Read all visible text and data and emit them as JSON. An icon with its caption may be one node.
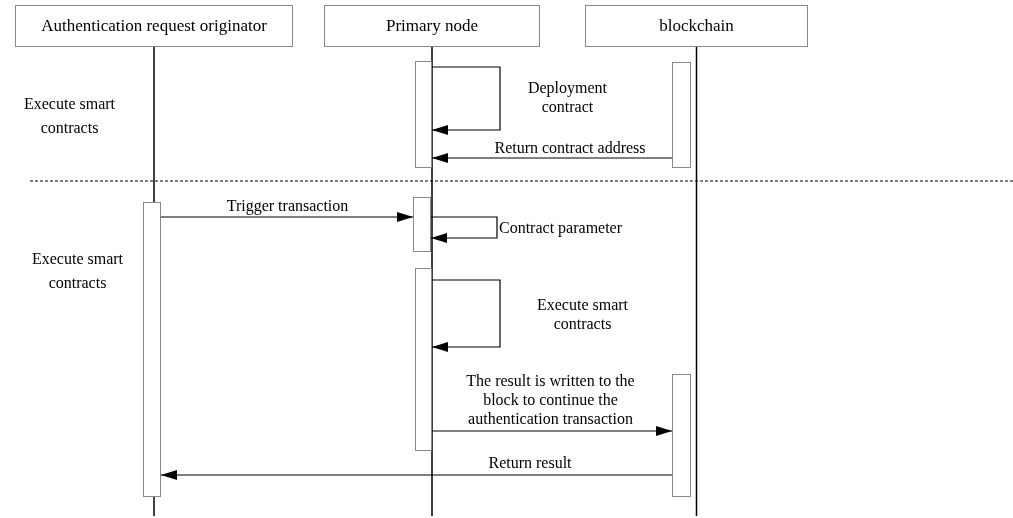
{
  "diagram": {
    "nodes": [
      {
        "text": [
          "Authentication request originator"
        ]
      },
      {
        "text": [
          "Primary node"
        ]
      },
      {
        "text": [
          "blockchain"
        ]
      },
      {
        "text": [],
        "shape": "bar"
      },
      {
        "text": [],
        "shape": "bar"
      },
      {
        "text": [],
        "shape": "bar"
      },
      {
        "text": [],
        "shape": "bar"
      },
      {
        "text": [],
        "shape": "bar"
      },
      {
        "text": [],
        "shape": "bar"
      }
    ],
    "edges": [
      {
        "from": 3,
        "to": 3,
        "arrow": "to",
        "label": "Deployment contract"
      },
      {
        "from": 4,
        "to": 3,
        "arrow": "to",
        "label": "Return contract address"
      },
      {
        "from": 5,
        "to": 6,
        "arrow": "to",
        "label": "Trigger transaction"
      },
      {
        "from": 6,
        "to": 6,
        "arrow": "to",
        "label": "Contract parameter"
      },
      {
        "from": 7,
        "to": 7,
        "arrow": "to",
        "label": "Execute smart contracts"
      },
      {
        "from": 7,
        "to": 8,
        "arrow": "to",
        "label": "The result is written to the block to continue the authentication transaction"
      },
      {
        "from": 8,
        "to": 5,
        "arrow": "to",
        "label": "Return result"
      }
    ],
    "labels": [
      "Execute smart contracts",
      "Execute smart contracts"
    ]
  }
}
